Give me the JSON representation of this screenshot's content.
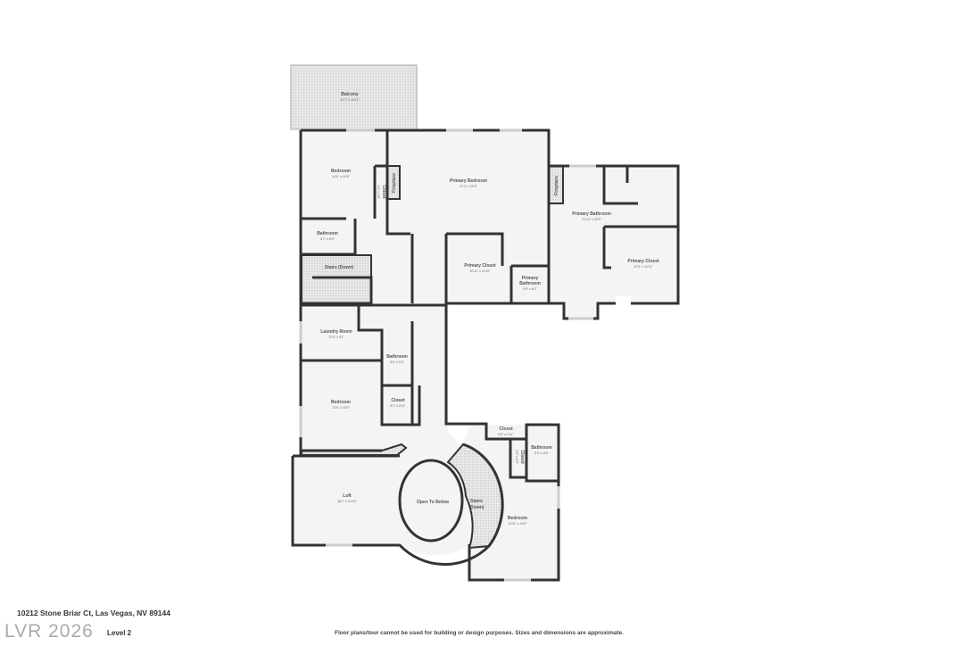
{
  "address": "10212 Stone Briar Ct, Las Vegas, NV 89144",
  "level": "Level 2",
  "watermark": "LVR 2026",
  "disclaimer": "Floor plans/tour cannot be used for building or design purposes. Sizes and dimensions are approximate.",
  "rooms": {
    "balcony": {
      "name": "Balcony",
      "dims": "21'7\" x 10'11\""
    },
    "bedroom1": {
      "name": "Bedroom",
      "dims": "14'6\" x 16'6\""
    },
    "closet1": {
      "name": "Closet",
      "dims": "1'0\" x 4'9\""
    },
    "fireplace1": {
      "name": "Fireplace"
    },
    "primary_bedroom": {
      "name": "Primary Bedroom",
      "dims": "27'2\" x 20'3\""
    },
    "bathroom1": {
      "name": "Bathroom",
      "dims": "8'7\" x 6'0\""
    },
    "stairs1": {
      "name": "Stairs (Down)"
    },
    "primary_closet1": {
      "name": "Primary Closet",
      "dims": "10'11\" x 11'10\""
    },
    "primary_bathroom_small": {
      "name": "Primary",
      "name2": "Bathroom",
      "dims": "5'9\" x 6'2\""
    },
    "fireplace2": {
      "name": "Fireplace"
    },
    "primary_bathroom": {
      "name": "Primary Bathroom",
      "dims": "21'10\" x 25'9\""
    },
    "primary_closet2": {
      "name": "Primary Closet",
      "dims": "12'3\" x 12'11\""
    },
    "laundry": {
      "name": "Laundry Room",
      "dims": "12'5\" x 9'1\""
    },
    "bathroom2": {
      "name": "Bathroom",
      "dims": "5'0\" x 9'4\""
    },
    "bedroom2": {
      "name": "Bedroom",
      "dims": "13'5\" x 15'0\""
    },
    "closet2": {
      "name": "Closet",
      "dims": "6'1\" x 5'11\""
    },
    "closet3": {
      "name": "Closet",
      "dims": "6'0\" x 1'11\""
    },
    "closet4": {
      "name": "Closet",
      "dims": "2'0\" x 6'3\""
    },
    "bathroom3": {
      "name": "Bathroom",
      "dims": "5'3\" x 8'6\""
    },
    "loft": {
      "name": "Loft",
      "dims": "18'1\" x 14'10\""
    },
    "open_to_below": {
      "name": "Open To Below"
    },
    "stairs2": {
      "name": "Stairs",
      "name2": "(Down)"
    },
    "bedroom3": {
      "name": "Bedroom",
      "dims": "14'11\" x 24'0\""
    }
  }
}
